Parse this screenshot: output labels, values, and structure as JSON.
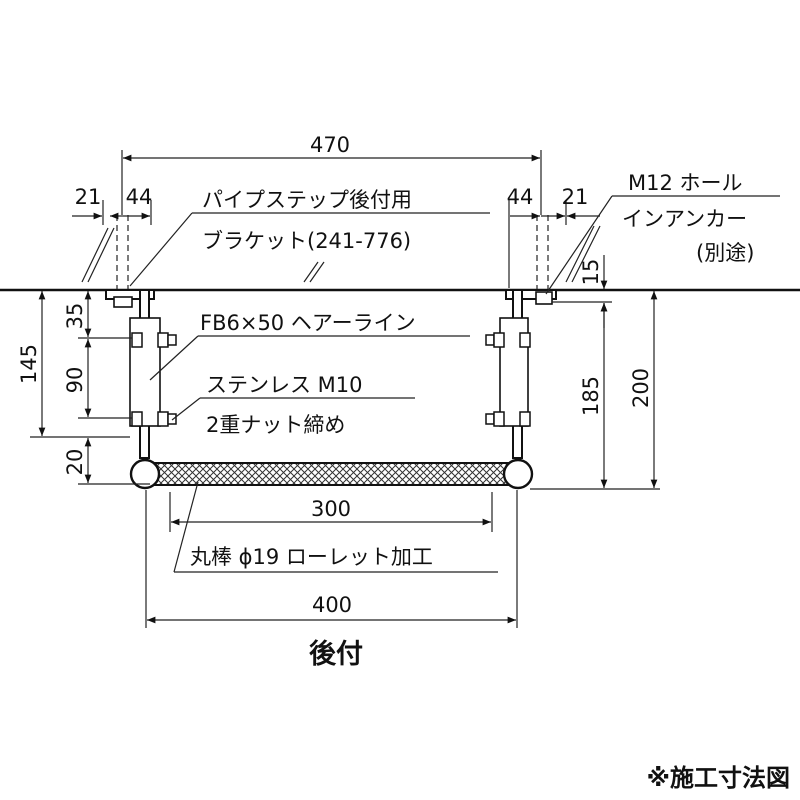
{
  "dimensions": {
    "overall_anchor_width": "470",
    "left_offset_21": "21",
    "left_offset_44": "44",
    "right_offset_44": "44",
    "right_offset_21": "21",
    "hole_offset_15": "15",
    "height_35": "35",
    "height_145": "145",
    "height_90": "90",
    "height_20": "20",
    "height_185": "185",
    "height_200": "200",
    "rod_length_300": "300",
    "total_width_400": "400"
  },
  "labels": {
    "bracket_line1": "パイプステップ後付用",
    "bracket_line2": "ブラケット(241-776)",
    "anchor_line1": "M12 ホール",
    "anchor_line2": "インアンカー",
    "anchor_line3": "(別途)",
    "flat_bar": "FB6×50 ヘアーライン",
    "bolt_line1": "ステンレス M10",
    "bolt_line2": "2重ナット締め",
    "rod": "丸棒 ϕ19 ローレット加工"
  },
  "title": "後付",
  "note": "※施工寸法図",
  "colors": {
    "line": "#111111",
    "background": "#ffffff"
  }
}
